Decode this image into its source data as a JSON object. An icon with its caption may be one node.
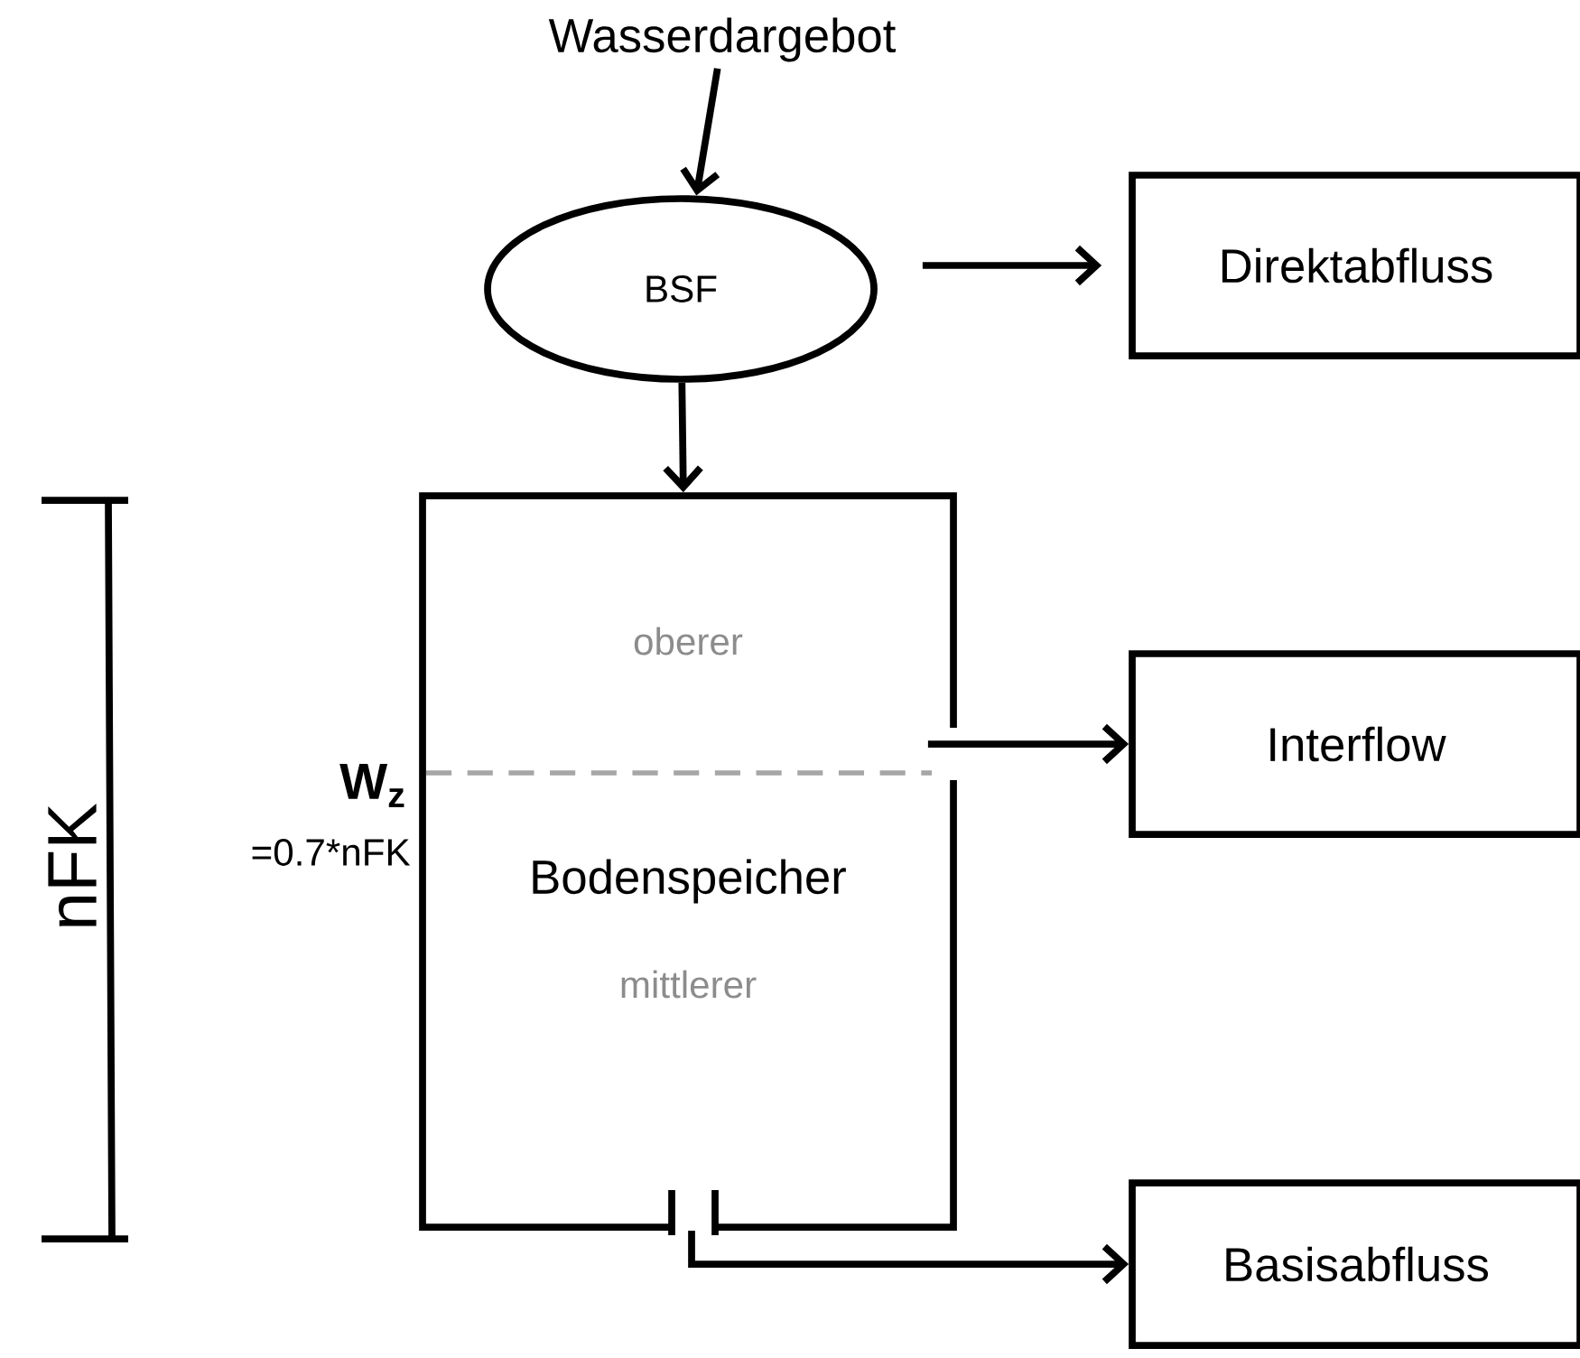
{
  "diagram": {
    "nodes": [
      {
        "text": [
          "Wasserdargebot"
        ]
      },
      {
        "text": [
          "BSF"
        ]
      },
      {
        "text": [
          "oberer",
          "Bodenspeicher",
          "mittlerer"
        ]
      },
      {
        "text": [
          "Direktabfluss"
        ]
      },
      {
        "text": [
          "Interflow"
        ]
      },
      {
        "text": [
          "Basisabfluss"
        ]
      }
    ],
    "edges": [
      {
        "from": 0,
        "to": 1,
        "arrow": "to"
      },
      {
        "from": 1,
        "to": 2,
        "arrow": "to"
      },
      {
        "from": 1,
        "to": 3,
        "arrow": "to"
      },
      {
        "from": 2,
        "to": 4,
        "arrow": "to"
      },
      {
        "from": 2,
        "to": 5,
        "arrow": "to"
      }
    ],
    "labels": [
      "W$_{z}$",
      "=0.7*nFK",
      "nFK"
    ]
  }
}
